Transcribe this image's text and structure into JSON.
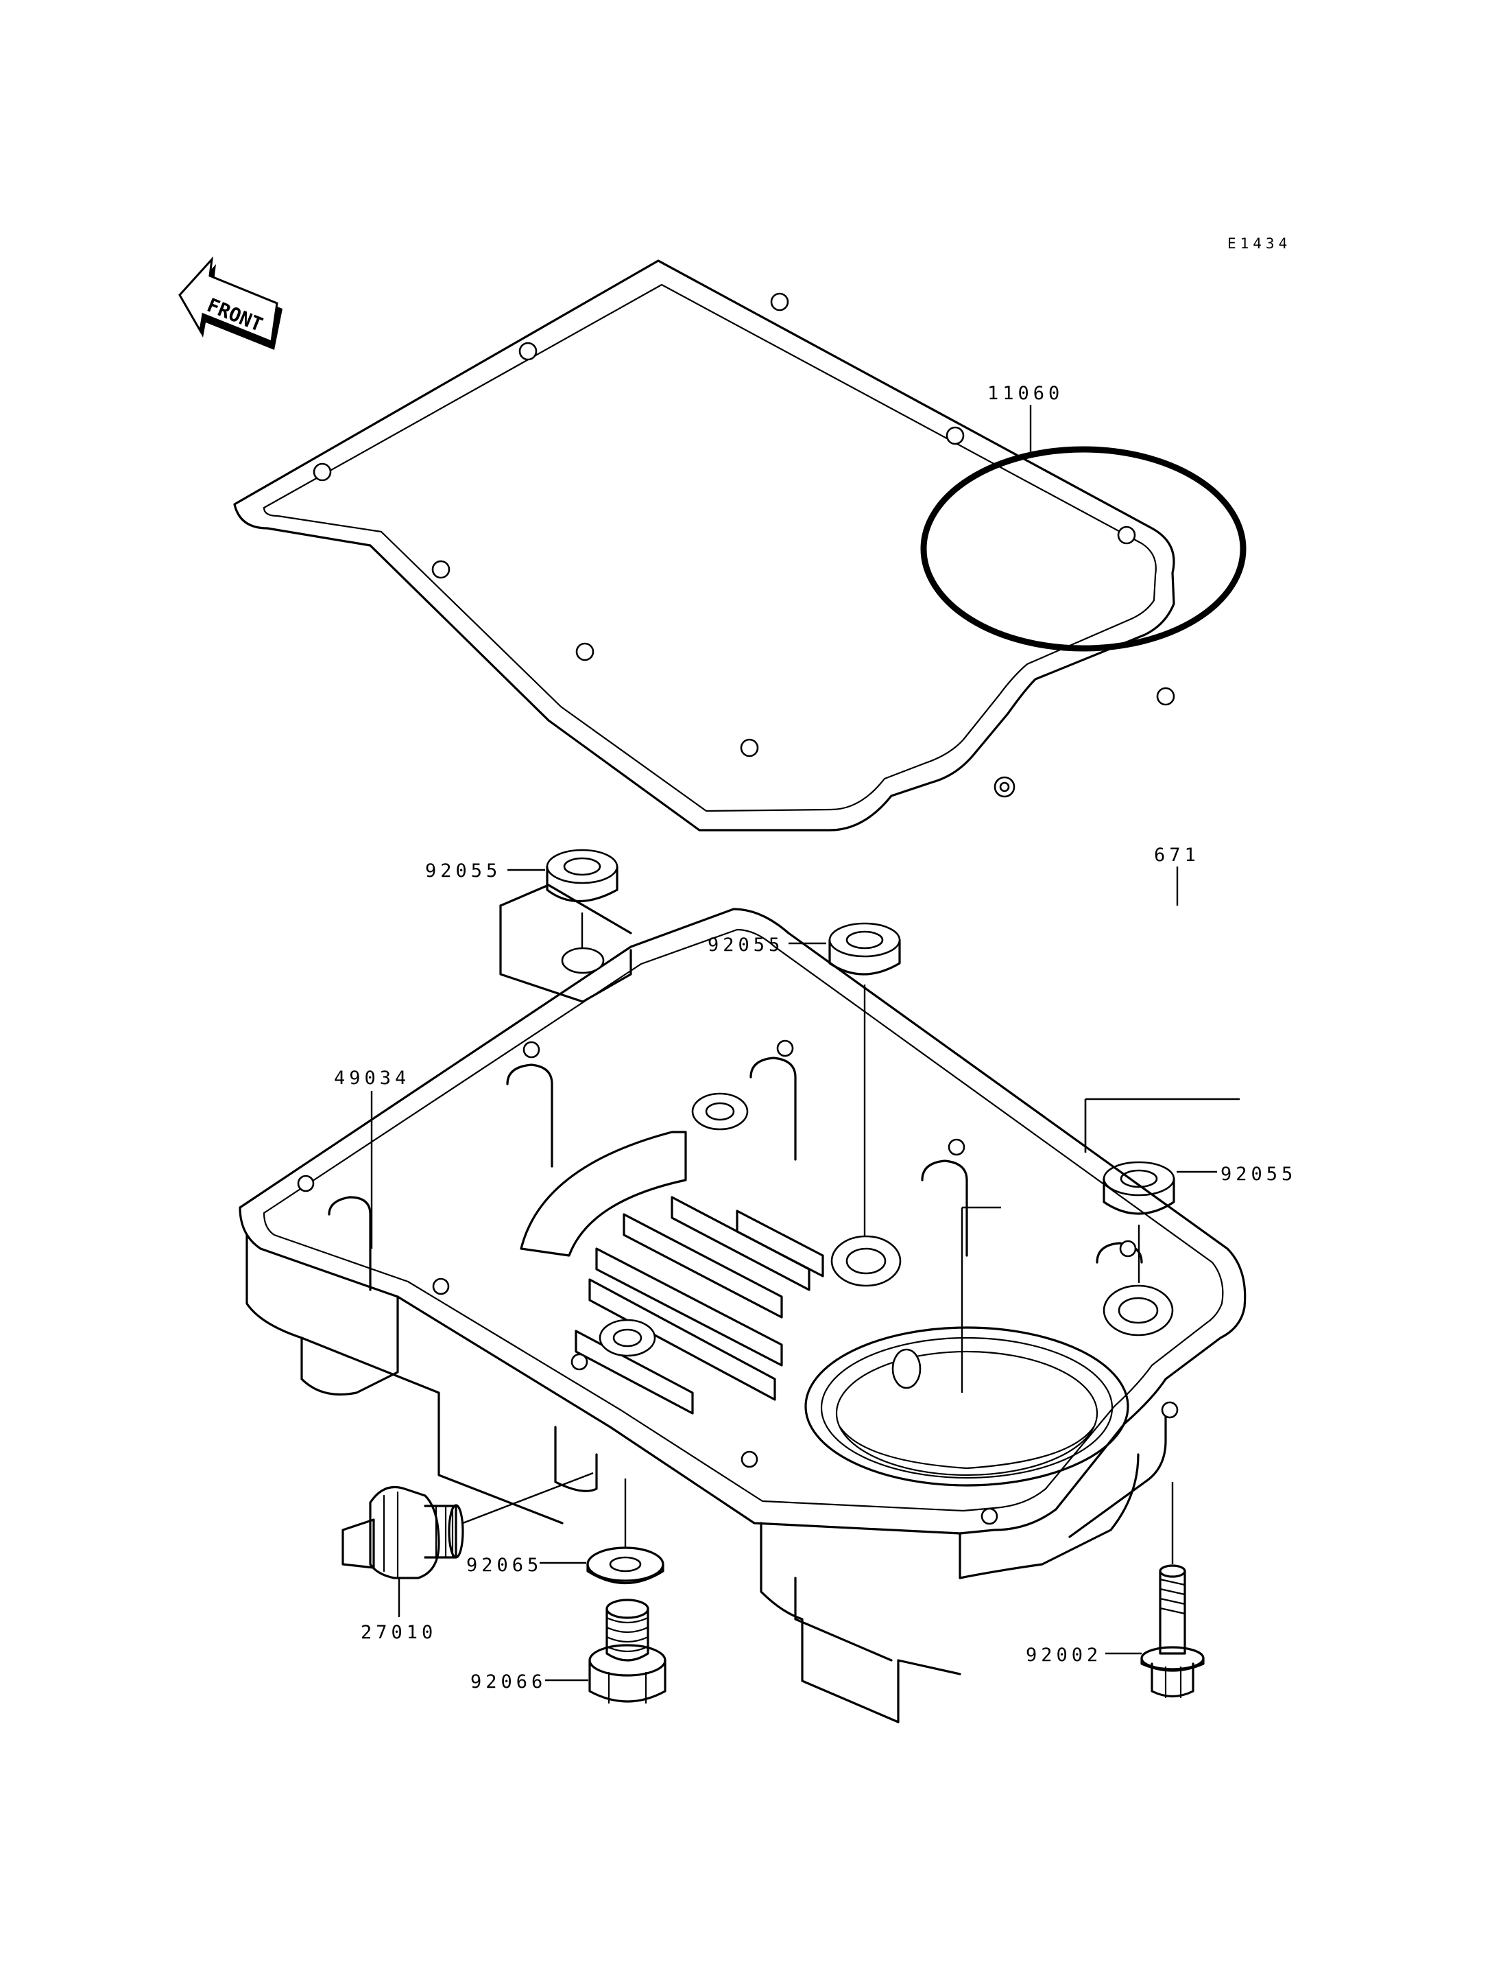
{
  "diagram_code": "E1434",
  "front_label": "FRONT",
  "parts": {
    "gasket": "11060",
    "o_ring": "671",
    "oil_pan": "49034",
    "collar_left": "92055",
    "collar_center": "92055",
    "collar_right": "92055",
    "washer": "92065",
    "drain_plug": "92066",
    "oil_pressure_switch": "27010",
    "bolt": "92002"
  }
}
